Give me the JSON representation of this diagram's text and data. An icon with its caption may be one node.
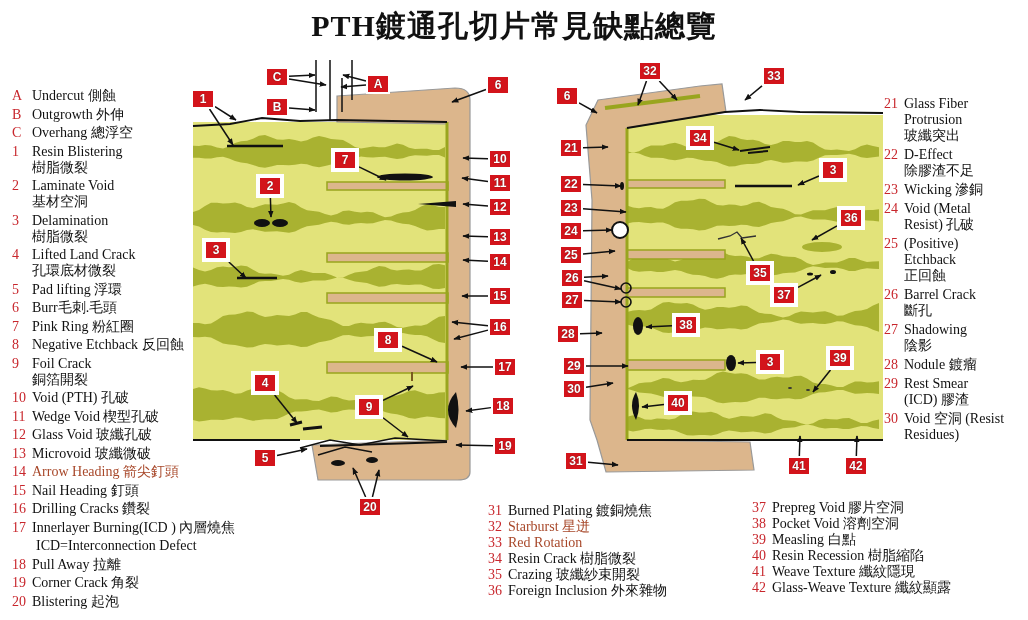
{
  "diagram": {
    "title": "PTH鍍通孔切片常見缺點總覽",
    "nodes": [
      {
        "text": [
          "C"
        ]
      },
      {
        "text": [
          "A"
        ]
      },
      {
        "text": [
          "B"
        ]
      },
      {
        "text": [
          "1"
        ]
      },
      {
        "text": [
          "6"
        ]
      },
      {
        "text": [
          "7"
        ]
      },
      {
        "text": [
          "10"
        ]
      },
      {
        "text": [
          "11"
        ]
      },
      {
        "text": [
          "12"
        ]
      },
      {
        "text": [
          "2"
        ]
      },
      {
        "text": [
          "13"
        ]
      },
      {
        "text": [
          "14"
        ]
      },
      {
        "text": [
          "3"
        ]
      },
      {
        "text": [
          "15"
        ]
      },
      {
        "text": [
          "16"
        ]
      },
      {
        "text": [
          "8"
        ]
      },
      {
        "text": [
          "17"
        ]
      },
      {
        "text": [
          "4"
        ]
      },
      {
        "text": [
          "18"
        ]
      },
      {
        "text": [
          "9"
        ]
      },
      {
        "text": [
          "5"
        ]
      },
      {
        "text": [
          "19"
        ]
      },
      {
        "text": [
          "20"
        ]
      },
      {
        "text": [
          "32"
        ]
      },
      {
        "text": [
          "33"
        ]
      },
      {
        "text": [
          "6"
        ]
      },
      {
        "text": [
          "21"
        ]
      },
      {
        "text": [
          "34"
        ]
      },
      {
        "text": [
          "22"
        ]
      },
      {
        "text": [
          "3"
        ]
      },
      {
        "text": [
          "23"
        ]
      },
      {
        "text": [
          "36"
        ]
      },
      {
        "text": [
          "24"
        ]
      },
      {
        "text": [
          "25"
        ]
      },
      {
        "text": [
          "35"
        ]
      },
      {
        "text": [
          "26"
        ]
      },
      {
        "text": [
          "37"
        ]
      },
      {
        "text": [
          "27"
        ]
      },
      {
        "text": [
          "38"
        ]
      },
      {
        "text": [
          "28"
        ]
      },
      {
        "text": [
          "3"
        ]
      },
      {
        "text": [
          "29"
        ]
      },
      {
        "text": [
          "39"
        ]
      },
      {
        "text": [
          "30"
        ]
      },
      {
        "text": [
          "40"
        ]
      },
      {
        "text": [
          "31"
        ]
      },
      {
        "text": [
          "41"
        ]
      },
      {
        "text": [
          "42"
        ]
      }
    ],
    "edges": [
      {
        "from": 0,
        "to": null,
        "arrow": "to"
      },
      {
        "from": 0,
        "to": null,
        "arrow": "to"
      },
      {
        "from": 1,
        "to": null,
        "arrow": "to"
      },
      {
        "from": 1,
        "to": null,
        "arrow": "to"
      },
      {
        "from": 2,
        "to": null,
        "arrow": "to"
      },
      {
        "from": 3,
        "to": null,
        "arrow": "to"
      },
      {
        "from": 3,
        "to": null,
        "arrow": "to"
      },
      {
        "from": 4,
        "to": null,
        "arrow": "to"
      },
      {
        "from": 5,
        "to": null,
        "arrow": "to"
      },
      {
        "from": 6,
        "to": null,
        "arrow": "to"
      },
      {
        "from": 7,
        "to": null,
        "arrow": "to"
      },
      {
        "from": 8,
        "to": null,
        "arrow": "to"
      },
      {
        "from": 9,
        "to": null,
        "arrow": "to"
      },
      {
        "from": 10,
        "to": null,
        "arrow": "to"
      },
      {
        "from": 11,
        "to": null,
        "arrow": "to"
      },
      {
        "from": 12,
        "to": null,
        "arrow": "to"
      },
      {
        "from": 13,
        "to": null,
        "arrow": "to"
      },
      {
        "from": 14,
        "to": null,
        "arrow": "to"
      },
      {
        "from": 14,
        "to": null,
        "arrow": "to"
      },
      {
        "from": 15,
        "to": null,
        "arrow": "to"
      },
      {
        "from": 16,
        "to": null,
        "arrow": "to"
      },
      {
        "from": 17,
        "to": null,
        "arrow": "to"
      },
      {
        "from": 18,
        "to": null,
        "arrow": "to"
      },
      {
        "from": 19,
        "to": null,
        "arrow": "to"
      },
      {
        "from": 19,
        "to": null,
        "arrow": "to"
      },
      {
        "from": 20,
        "to": null,
        "arrow": "to"
      },
      {
        "from": 21,
        "to": null,
        "arrow": "to"
      },
      {
        "from": 22,
        "to": null,
        "arrow": "to"
      },
      {
        "from": 22,
        "to": null,
        "arrow": "to"
      },
      {
        "from": 23,
        "to": null,
        "arrow": "to"
      },
      {
        "from": 23,
        "to": null,
        "arrow": "to"
      },
      {
        "from": 24,
        "to": null,
        "arrow": "to"
      },
      {
        "from": 25,
        "to": null,
        "arrow": "to"
      },
      {
        "from": 26,
        "to": null,
        "arrow": "to"
      },
      {
        "from": 27,
        "to": null,
        "arrow": "to"
      },
      {
        "from": 28,
        "to": null,
        "arrow": "to"
      },
      {
        "from": 29,
        "to": null,
        "arrow": "to"
      },
      {
        "from": 30,
        "to": null,
        "arrow": "to"
      },
      {
        "from": 31,
        "to": null,
        "arrow": "to"
      },
      {
        "from": 32,
        "to": null,
        "arrow": "to"
      },
      {
        "from": 33,
        "to": null,
        "arrow": "to"
      },
      {
        "from": 34,
        "to": null,
        "arrow": "to"
      },
      {
        "from": 35,
        "to": null,
        "arrow": "to"
      },
      {
        "from": 35,
        "to": null,
        "arrow": "to"
      },
      {
        "from": 36,
        "to": null,
        "arrow": "to"
      },
      {
        "from": 37,
        "to": null,
        "arrow": "to"
      },
      {
        "from": 38,
        "to": null,
        "arrow": "to"
      },
      {
        "from": 39,
        "to": null,
        "arrow": "to"
      },
      {
        "from": 40,
        "to": null,
        "arrow": "to"
      },
      {
        "from": 41,
        "to": null,
        "arrow": "to"
      },
      {
        "from": 42,
        "to": null,
        "arrow": "to"
      },
      {
        "from": 43,
        "to": null,
        "arrow": "to"
      },
      {
        "from": 44,
        "to": null,
        "arrow": "to"
      },
      {
        "from": 45,
        "to": null,
        "arrow": "to"
      },
      {
        "from": 46,
        "to": null,
        "arrow": "to"
      },
      {
        "from": 47,
        "to": null,
        "arrow": "to"
      }
    ],
    "labels": [
      "A",
      "Undercut 側蝕",
      "B",
      "Outgrowth 外伸",
      "C",
      "Overhang 總浮空",
      "1",
      "Resin Blistering 樹脂微裂",
      "2",
      "Laminate Void 基材空洞",
      "3",
      "Delamination 樹脂微裂",
      "4",
      "Lifted Land Crack 孔環底材微裂",
      "5",
      "Pad lifting 浮環",
      "6",
      "Burr毛刺.毛頭",
      "7",
      "Pink Ring 粉紅圈",
      "8",
      "Negative Etchback 反回蝕",
      "9",
      "Foil Crack 銅箔開裂",
      "10",
      "Void (PTH) 孔破",
      "11",
      "Wedge Void 楔型孔破",
      "12",
      "Glass Void 玻纖孔破",
      "13",
      "Microvoid 玻纖微破",
      "14",
      "Arrow Heading 箭尖釘頭",
      "15",
      "Nail Heading 釘頭",
      "16",
      "Drilling Cracks 鑽裂",
      "17",
      "Innerlayer Burning(ICD ) 內層燒焦",
      "ICD=Interconnection Defect",
      "18",
      "Pull Away 拉離",
      "19",
      "Corner Crack 角裂",
      "20",
      "Blistering 起泡",
      "21",
      "Glass Fiber Protrusion 玻纖突出",
      "22",
      "D-Effect 除膠渣不足",
      "23",
      "Wicking 滲銅",
      "24",
      "Void (Metal Resist) 孔破",
      "25",
      "(Positive) Etchback 正回蝕",
      "26",
      "Barrel Crack 斷孔",
      "27",
      "Shadowing 陰影",
      "28",
      "Nodule 鍍瘤",
      "29",
      "Rest Smear (ICD) 膠渣",
      "30",
      "Void 空洞 (Resist Residues)",
      "31",
      "Burned Plating 鍍銅燒焦",
      "32",
      "Starburst 星迸",
      "33",
      "Red Rotation",
      "34",
      "Resin Crack 樹脂微裂",
      "35",
      "Crazing 玻纖紗束開裂",
      "36",
      "Foreign Inclusion 外來雜物",
      "37",
      "Prepreg Void 膠片空洞",
      "38",
      "Pocket Void 溶劑空洞",
      "39",
      "Measling 白點",
      "40",
      "Resin Recession 樹脂縮陷",
      "41",
      "Weave Texture 纖紋隱現",
      "42",
      "Glass-Weave Texture 纖紋顯露"
    ]
  }
}
